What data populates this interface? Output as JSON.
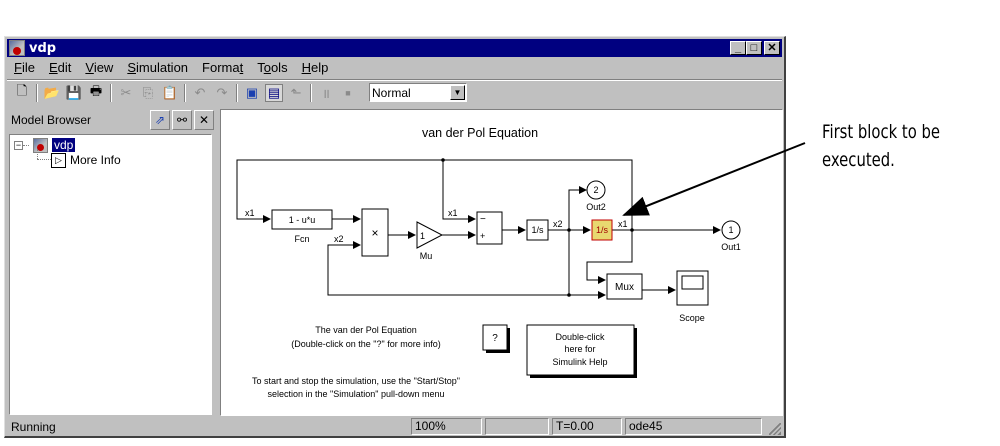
{
  "window": {
    "title": "vdp",
    "controls": {
      "minimize": "_",
      "maximize": "□",
      "close": "✕"
    }
  },
  "menu": [
    {
      "label": "File",
      "mnemonic": "F",
      "rest": "ile"
    },
    {
      "label": "Edit",
      "mnemonic": "E",
      "rest": "dit"
    },
    {
      "label": "View",
      "mnemonic": "V",
      "rest": "iew"
    },
    {
      "label": "Simulation",
      "mnemonic": "S",
      "rest": "imulation"
    },
    {
      "label": "Format",
      "pre": "Forma",
      "mnemonic": "t"
    },
    {
      "label": "Tools",
      "pre": "T",
      "mnemonic": "o",
      "rest": "ols"
    },
    {
      "label": "Help",
      "mnemonic": "H",
      "rest": "elp"
    }
  ],
  "toolbar": {
    "icons": {
      "new": "🗋",
      "open": "📂",
      "save": "💾",
      "print": "🖶",
      "cut": "✂",
      "copy": "⎘",
      "paste": "📋",
      "undo": "↶",
      "redo": "↷",
      "library": "▣",
      "model_browser": "▤",
      "go_to_parent": "⬑",
      "pause": "॥",
      "stop": "■",
      "dropdown_arrow": "▼"
    },
    "sim_mode": "Normal"
  },
  "model_browser": {
    "title": "Model Browser",
    "buttons": {
      "show_libraries": "⇗",
      "show_masked": "⚯",
      "close": "✕"
    },
    "tree": [
      {
        "label": "vdp",
        "selected": true,
        "expander": "−"
      },
      {
        "label": "More Info",
        "selected": false
      }
    ]
  },
  "diagram": {
    "title": "van der Pol Equation",
    "blocks": {
      "fcn": {
        "text": "1 - u*u",
        "label": "Fcn"
      },
      "product": {
        "text": "×"
      },
      "gain": {
        "text": "1",
        "label": "Mu"
      },
      "sum": {
        "signs": [
          "−",
          "+"
        ]
      },
      "integrator1": {
        "text": "1/s"
      },
      "integrator2": {
        "text": "1/s",
        "highlighted": true,
        "fill": "#e8d870",
        "border": "#c00000"
      },
      "out2": {
        "text": "2",
        "label": "Out2"
      },
      "out1": {
        "text": "1",
        "label": "Out1"
      },
      "mux": {
        "text": "Mux"
      },
      "scope": {
        "label": "Scope"
      },
      "help_q": {
        "text": "?"
      },
      "help_block": {
        "lines": [
          "Double-click",
          "here for",
          "Simulink Help"
        ]
      }
    },
    "signal_labels": {
      "x1_in": "x1",
      "x2_in": "x2",
      "x1_sum": "x1",
      "x2_out": "x2",
      "x1_out": "x1"
    },
    "notes": {
      "info": [
        "The van der Pol Equation",
        "(Double-click on the \"?\" for more info)"
      ],
      "start_stop": [
        "To start and stop the simulation, use the \"Start/Stop\"",
        "selection in the \"Simulation\" pull-down menu"
      ]
    }
  },
  "status": {
    "state": "Running",
    "zoom": "100%",
    "empty": "",
    "time": "T=0.00",
    "solver": "ode45"
  },
  "annotation": {
    "lines": [
      "First block to be",
      "executed."
    ]
  }
}
